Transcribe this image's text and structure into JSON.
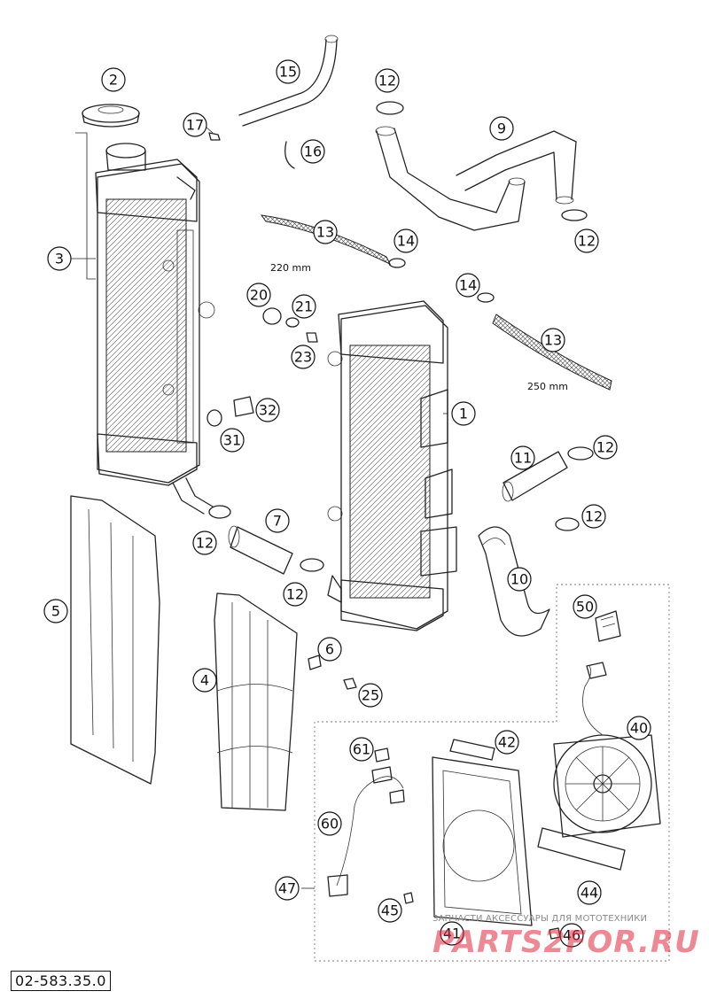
{
  "diagram": {
    "code": "02-583.35.0",
    "dimensions": {
      "hose_short": "220 mm",
      "hose_long": "250 mm"
    },
    "callouts": [
      {
        "id": "c1",
        "number": "1"
      },
      {
        "id": "c2",
        "number": "2"
      },
      {
        "id": "c3",
        "number": "3"
      },
      {
        "id": "c4",
        "number": "4"
      },
      {
        "id": "c5",
        "number": "5"
      },
      {
        "id": "c6",
        "number": "6"
      },
      {
        "id": "c7",
        "number": "7"
      },
      {
        "id": "c9",
        "number": "9"
      },
      {
        "id": "c10",
        "number": "10"
      },
      {
        "id": "c11",
        "number": "11"
      },
      {
        "id": "c12a",
        "number": "12"
      },
      {
        "id": "c12b",
        "number": "12"
      },
      {
        "id": "c12c",
        "number": "12"
      },
      {
        "id": "c12d",
        "number": "12"
      },
      {
        "id": "c12e",
        "number": "12"
      },
      {
        "id": "c12f",
        "number": "12"
      },
      {
        "id": "c13a",
        "number": "13"
      },
      {
        "id": "c13b",
        "number": "13"
      },
      {
        "id": "c14a",
        "number": "14"
      },
      {
        "id": "c14b",
        "number": "14"
      },
      {
        "id": "c15",
        "number": "15"
      },
      {
        "id": "c16",
        "number": "16"
      },
      {
        "id": "c17",
        "number": "17"
      },
      {
        "id": "c20",
        "number": "20"
      },
      {
        "id": "c21",
        "number": "21"
      },
      {
        "id": "c23",
        "number": "23"
      },
      {
        "id": "c25",
        "number": "25"
      },
      {
        "id": "c31",
        "number": "31"
      },
      {
        "id": "c32",
        "number": "32"
      },
      {
        "id": "c40",
        "number": "40"
      },
      {
        "id": "c41",
        "number": "41"
      },
      {
        "id": "c42",
        "number": "42"
      },
      {
        "id": "c44",
        "number": "44"
      },
      {
        "id": "c45",
        "number": "45"
      },
      {
        "id": "c46",
        "number": "46"
      },
      {
        "id": "c47",
        "number": "47"
      },
      {
        "id": "c50",
        "number": "50"
      },
      {
        "id": "c60",
        "number": "60"
      },
      {
        "id": "c61",
        "number": "61"
      }
    ]
  },
  "watermark": {
    "caption": "ЗАПЧАСТИ АКСЕССУАРЫ ДЛЯ МОТОТЕХНИКИ",
    "logo": "PARTS2FOR.RU"
  }
}
